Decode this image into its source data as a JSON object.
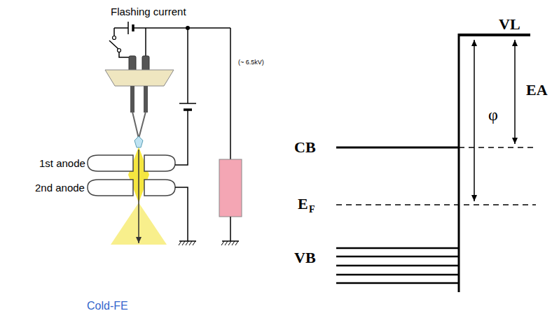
{
  "diagram": {
    "labels": [
      "Flashing current",
      "(~ 6.5kV)",
      "1st anode",
      "2nd anode",
      "Cold-FE",
      "VL",
      "EA",
      "φ",
      "CB",
      "E",
      "F",
      "VB"
    ]
  }
}
